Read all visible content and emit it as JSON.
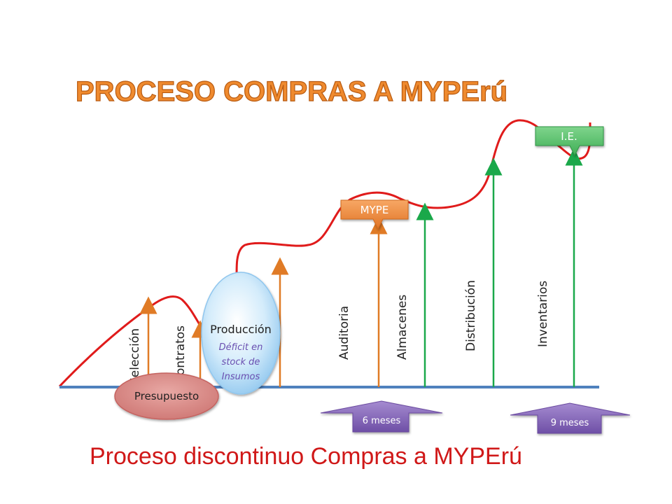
{
  "title": "PROCESO COMPRAS A MYPErú",
  "subtitle": "Proceso discontinuo Compras a MYPErú",
  "stages": {
    "seleccion": "Selección",
    "contratos": "Contratos",
    "auditoria": "Auditoria",
    "almacenes": "Almacenes",
    "distribucion": "Distribución",
    "inventarios": "Inventarios"
  },
  "produccion": {
    "title": "Producción",
    "line1": "Déficit en",
    "line2": "stock de",
    "line3": "Insumos"
  },
  "presupuesto": "Presupuesto",
  "callouts": {
    "mype": "MYPE",
    "ie": "I.E."
  },
  "durations": {
    "first": "6 meses",
    "second": "9 meses"
  },
  "colors": {
    "title_orange": "#ef8a2e",
    "curve_red": "#e01b1b",
    "baseline_blue": "#4f81bd",
    "orange_arrow": "#e07b26",
    "green_arrow": "#1aa84a",
    "purple_arrow": "#8a6ab8"
  }
}
